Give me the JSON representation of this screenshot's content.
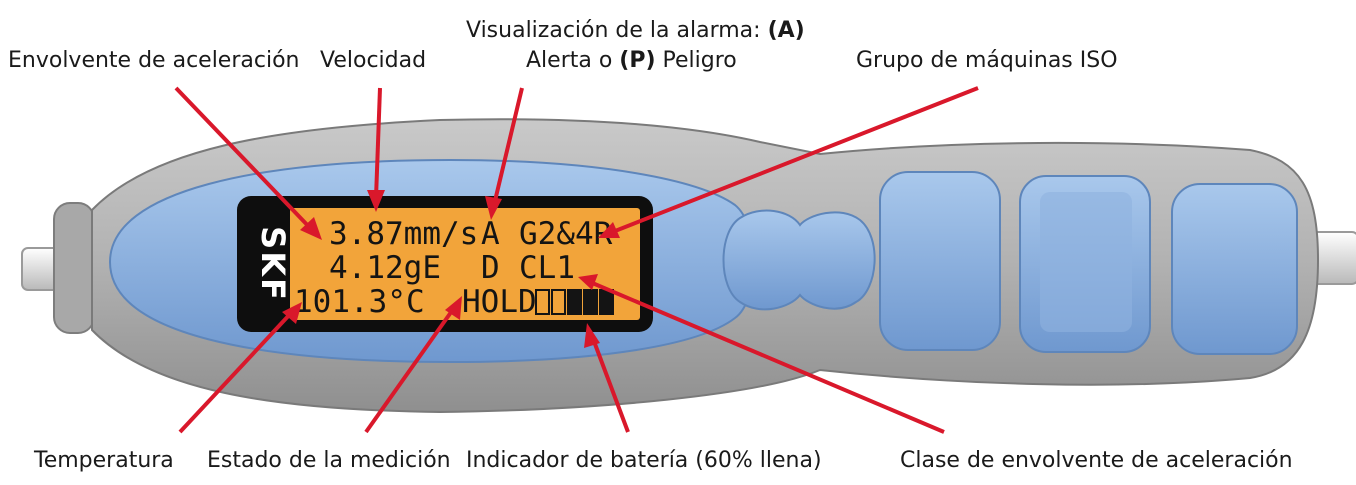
{
  "device": {
    "brand_logo": "SKF",
    "lcd": {
      "velocity": "3.87mm/s",
      "alarm_flag": "A",
      "iso_group": "G2&4R",
      "acceleration_envelope": "4.12gE",
      "acceleration_flag": "D",
      "envelope_class": "CL1",
      "temperature": "101.3°C",
      "measurement_state": "HOLD",
      "battery_level": 0.6
    }
  },
  "callouts": {
    "acceleration_envelope": "Envolvente de aceleración",
    "velocity": "Velocidad",
    "alarm_display_prefix": "Visualización de la alarma: ",
    "alarm_display_a": "(A)",
    "alarm_alert": " Alerta o ",
    "alarm_p": "(P)",
    "alarm_danger": " Peligro",
    "iso_group": "Grupo de máquinas ISO",
    "temperature": "Temperatura",
    "measurement_state": "Estado de la medición",
    "battery": "Indicador de batería (60% llena)",
    "envelope_class": "Clase de envolvente de aceleración"
  },
  "colors": {
    "arrow": "#d9182b",
    "lcd_background": "#f2a43a",
    "device_blue": "#8fb5e0",
    "device_gray": "#aeaeae"
  }
}
